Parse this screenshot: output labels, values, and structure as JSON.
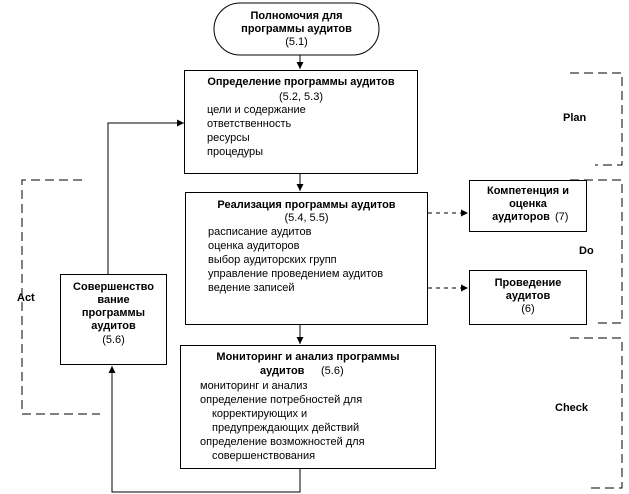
{
  "start": {
    "title_line1": "Полномочия для",
    "title_line2": "программы аудитов",
    "ref": "(5.1)"
  },
  "plan_box": {
    "title": "Определение программы аудитов",
    "ref": "(5.2, 5.3)",
    "items": [
      "цели и содержание",
      "ответственность",
      "ресурсы",
      "процедуры"
    ]
  },
  "do_box": {
    "title": "Реализация программы аудитов",
    "ref": "(5.4, 5.5)",
    "items": [
      "расписание аудитов",
      "оценка аудиторов",
      "выбор аудиторских групп",
      "управление проведением аудитов",
      "ведение записей"
    ]
  },
  "competence_box": {
    "line1": "Компетенция  и",
    "line2": "оценка",
    "line3": "аудиторов",
    "ref": "(7)"
  },
  "conduct_box": {
    "line1": "Проведение",
    "line2": "аудитов",
    "ref": "(6)"
  },
  "check_box": {
    "title_line1": "Мониторинг и анализ программы",
    "title_line2": "аудитов",
    "ref": "(5.6)",
    "items": [
      "мониторинг и анализ",
      "определение потребностей для",
      "корректирующих  и",
      "предупреждающих действий",
      "определение возможностей для",
      "совершенствования"
    ]
  },
  "act_box": {
    "line1": "Совершенство",
    "line2": "вание",
    "line3": "программы",
    "line4": "аудитов",
    "ref": "(5.6)"
  },
  "phases": {
    "plan": "Plan",
    "do": "Do",
    "check": "Check",
    "act": "Act"
  }
}
